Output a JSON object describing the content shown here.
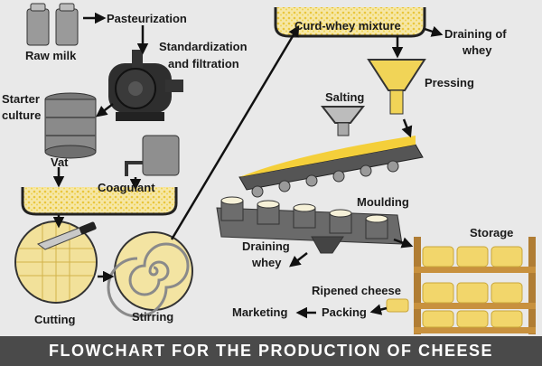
{
  "labels": {
    "raw_milk": "Raw milk",
    "pasteurization": "Pasteurization",
    "standardization": "Standardization",
    "and_filtration": "and filtration",
    "starter": "Starter",
    "culture": "culture",
    "vat": "Vat",
    "coagulant": "Coagulant",
    "cutting": "Cutting",
    "stirring": "Stirring",
    "curd_whey": "Curd-whey mixture",
    "draining_of": "Draining of",
    "whey_top": "whey",
    "pressing": "Pressing",
    "salting": "Salting",
    "moulding": "Moulding",
    "draining": "Draining",
    "whey_bottom": "whey",
    "storage": "Storage",
    "ripened_cheese": "Ripened cheese",
    "packing": "Packing",
    "marketing": "Marketing"
  },
  "footer": {
    "title": "FLOWCHART FOR THE PRODUCTION OF CHEESE"
  },
  "colors": {
    "background": "#e9e9e9",
    "cheese": "#f2d66b",
    "curd": "#f4cf3a",
    "metal": "#8e8e8e",
    "dark": "#2b2b2b",
    "footer": "#4a4a4a",
    "shelf": "#c8913e"
  }
}
